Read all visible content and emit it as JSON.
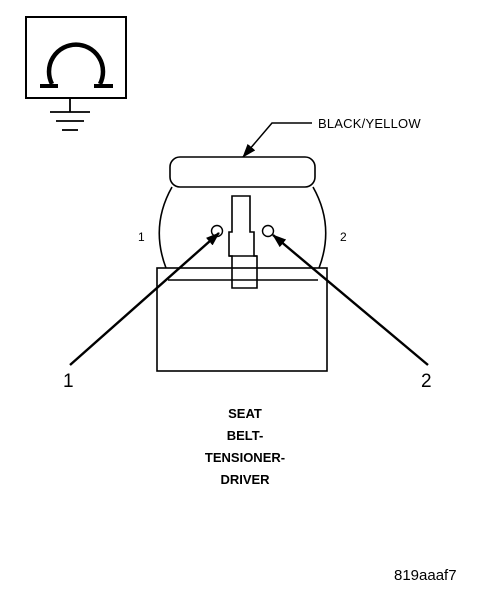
{
  "connector": {
    "wire_color": "BLACK/YELLOW",
    "cavity_labels": [
      "1",
      "2"
    ],
    "pin_callouts": [
      "1",
      "2"
    ]
  },
  "component_name_lines": [
    "SEAT",
    "BELT-",
    "TENSIONER-",
    "DRIVER"
  ],
  "figure_id": "819aaaf7",
  "icons": {
    "ground_symbol": "ground-icon",
    "resistance_symbol": "omega-icon"
  }
}
